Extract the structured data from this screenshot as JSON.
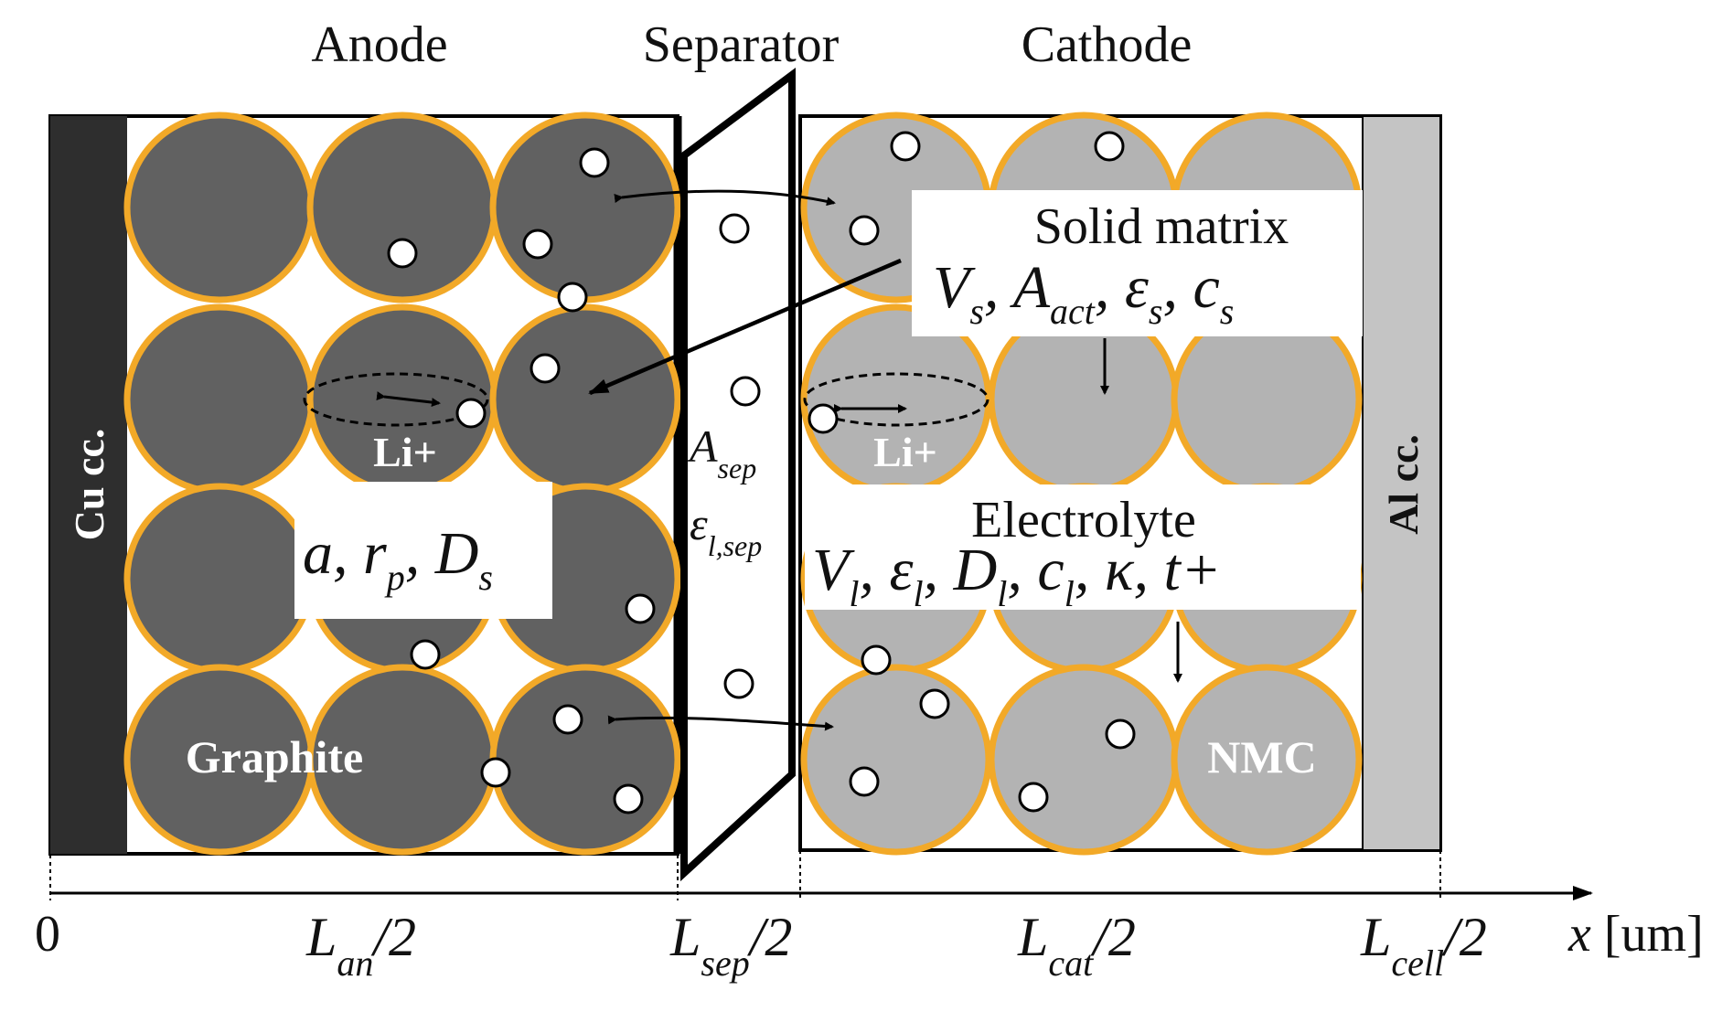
{
  "titles": {
    "anode": "Anode",
    "separator": "Separator",
    "cathode": "Cathode"
  },
  "collectors": {
    "cu": "Cu cc.",
    "al": "Al cc."
  },
  "materials": {
    "graphite": "Graphite",
    "nmc": "NMC",
    "li_anode": "Li+",
    "li_cathode": "Li+"
  },
  "labels": {
    "solid_matrix": "Solid matrix",
    "electrolyte": "Electrolyte",
    "anode_params": [
      "a",
      ", r",
      "p",
      ", D",
      "s"
    ],
    "solid_params": [
      "V",
      "s",
      ", A",
      "act",
      ", ε",
      "s",
      ", c",
      "s"
    ],
    "electrolyte_params": [
      "V",
      "l",
      ", ε",
      "l",
      ", D",
      "l",
      ", c",
      "l",
      ", κ, t+"
    ],
    "sep_area": [
      "A",
      "sep"
    ],
    "sep_porosity": [
      "ε",
      "l,sep"
    ]
  },
  "axis": {
    "zero": "0",
    "l_an": [
      "L",
      "an",
      "/2"
    ],
    "l_sep": [
      "L",
      "sep",
      "/2"
    ],
    "l_cat": [
      "L",
      "cat",
      "/2"
    ],
    "l_cell": [
      "L",
      "cell",
      "/2"
    ],
    "x_var": "x",
    "x_unit": " [um]"
  },
  "colors": {
    "anode_particle": "#616161",
    "cathode_particle": "#b3b3b3",
    "particle_border": "#f2a928",
    "cu_collector": "#2e2e2e",
    "al_collector": "#c4c4c4"
  }
}
